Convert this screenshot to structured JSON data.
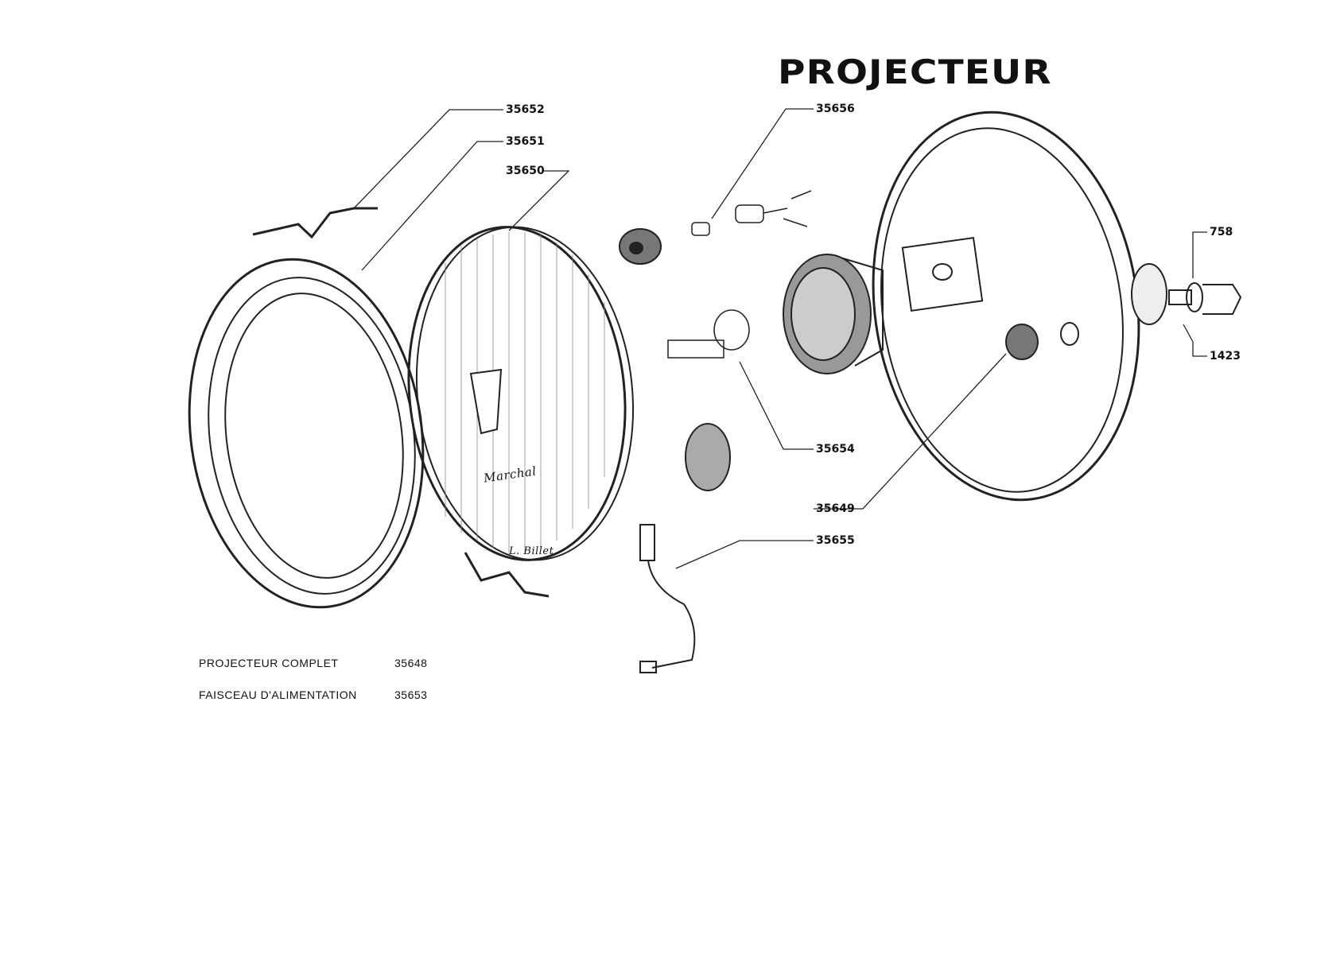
{
  "title": "PROJECTEUR",
  "callouts": {
    "c35652": "35652",
    "c35651": "35651",
    "c35650": "35650",
    "c35656": "35656",
    "c758": "758",
    "c1423": "1423",
    "c35654": "35654",
    "c35649": "35649",
    "c35655": "35655"
  },
  "parts_table": [
    {
      "name": "PROJECTEUR  COMPLET",
      "ref": "35648"
    },
    {
      "name": "FAISCEAU  D'ALIMENTATION",
      "ref": "35653"
    }
  ],
  "lens_markings": {
    "brand": "Marchal",
    "signature": "L. Billet"
  }
}
